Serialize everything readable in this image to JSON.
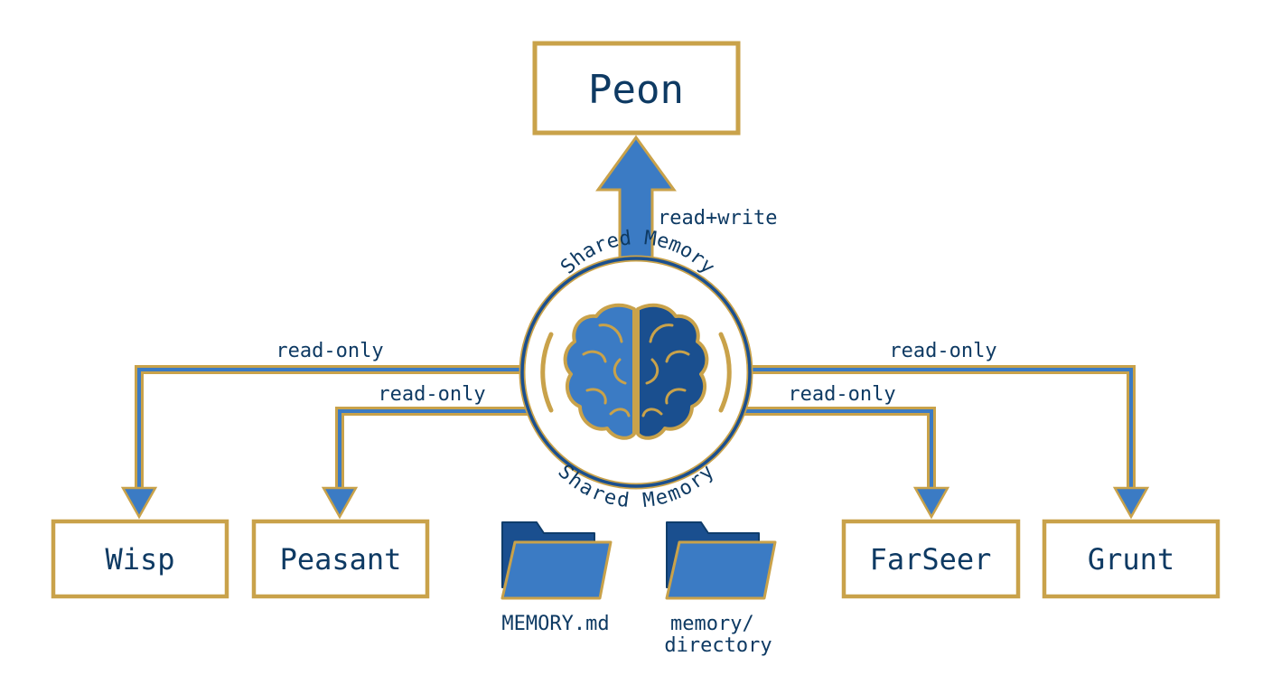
{
  "colors": {
    "navy": "#0f3d6b",
    "blue": "#3b7bc4",
    "dark_blue": "#1a4f8f",
    "gold": "#c9a24a",
    "text": "#0e3a63",
    "background": "#ffffff"
  },
  "nodes": {
    "peon": "Peon",
    "wisp": "Wisp",
    "peasant": "Peasant",
    "farseer": "FarSeer",
    "grunt": "Grunt"
  },
  "hub": {
    "label_top": "Shared Memory",
    "label_bottom": "Shared Memory",
    "icon": "brain-icon"
  },
  "edges": {
    "peon": "read+write",
    "wisp": "read-only",
    "peasant": "read-only",
    "farseer": "read-only",
    "grunt": "read-only"
  },
  "files": [
    {
      "icon": "folder-icon",
      "label_lines": [
        "MEMORY.md"
      ]
    },
    {
      "icon": "folder-icon",
      "label_lines": [
        "memory/",
        "directory"
      ]
    }
  ]
}
